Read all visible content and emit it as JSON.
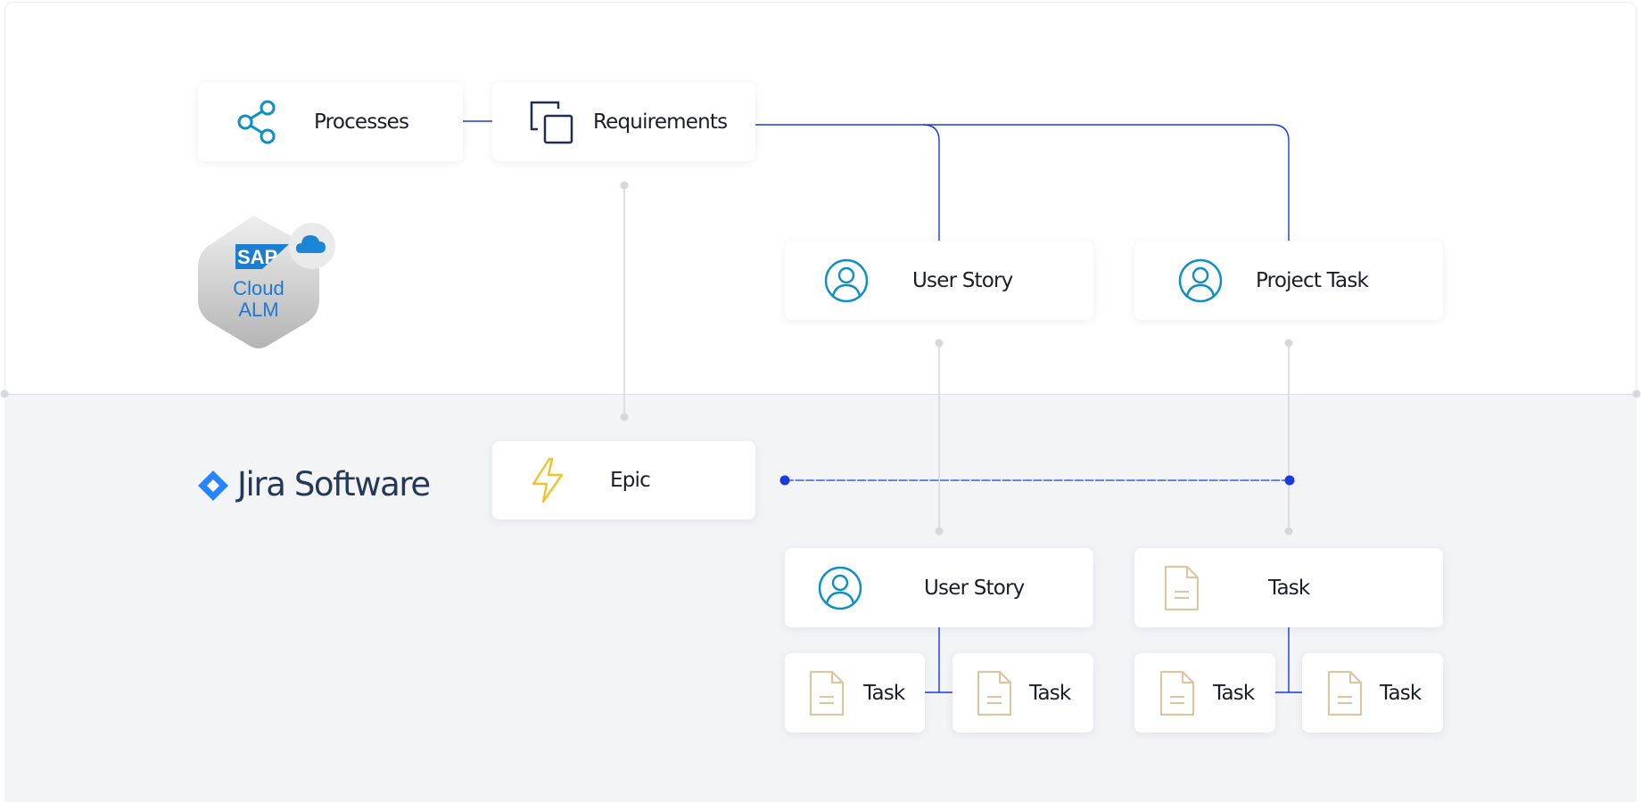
{
  "colors": {
    "connector": "#1a3bdb",
    "connector_muted": "#d7d8dc",
    "icon_blue": "#0c8fc7",
    "icon_navy": "#1f2d52",
    "icon_yellow": "#f2c12e",
    "icon_beige": "#d8c7a3",
    "top_background": "#ffffff",
    "bottom_background": "#f3f4f6"
  },
  "sap": {
    "logo_text": "SAP",
    "line1": "Cloud",
    "line2": "ALM"
  },
  "jira": {
    "title": "Jira Software"
  },
  "cards": {
    "processes": {
      "label": "Processes",
      "icon": "share-icon"
    },
    "requirements": {
      "label": "Requirements",
      "icon": "copy-squares-icon"
    },
    "user_story_alm": {
      "label": "User Story",
      "icon": "user-icon"
    },
    "project_task": {
      "label": "Project Task",
      "icon": "user-icon"
    },
    "epic": {
      "label": "Epic",
      "icon": "lightning-icon"
    },
    "user_story_jira": {
      "label": "User Story",
      "icon": "user-icon"
    },
    "task_jira": {
      "label": "Task",
      "icon": "document-icon"
    },
    "subtask_1": {
      "label": "Task",
      "icon": "document-icon"
    },
    "subtask_2": {
      "label": "Task",
      "icon": "document-icon"
    },
    "subtask_3": {
      "label": "Task",
      "icon": "document-icon"
    },
    "subtask_4": {
      "label": "Task",
      "icon": "document-icon"
    }
  }
}
